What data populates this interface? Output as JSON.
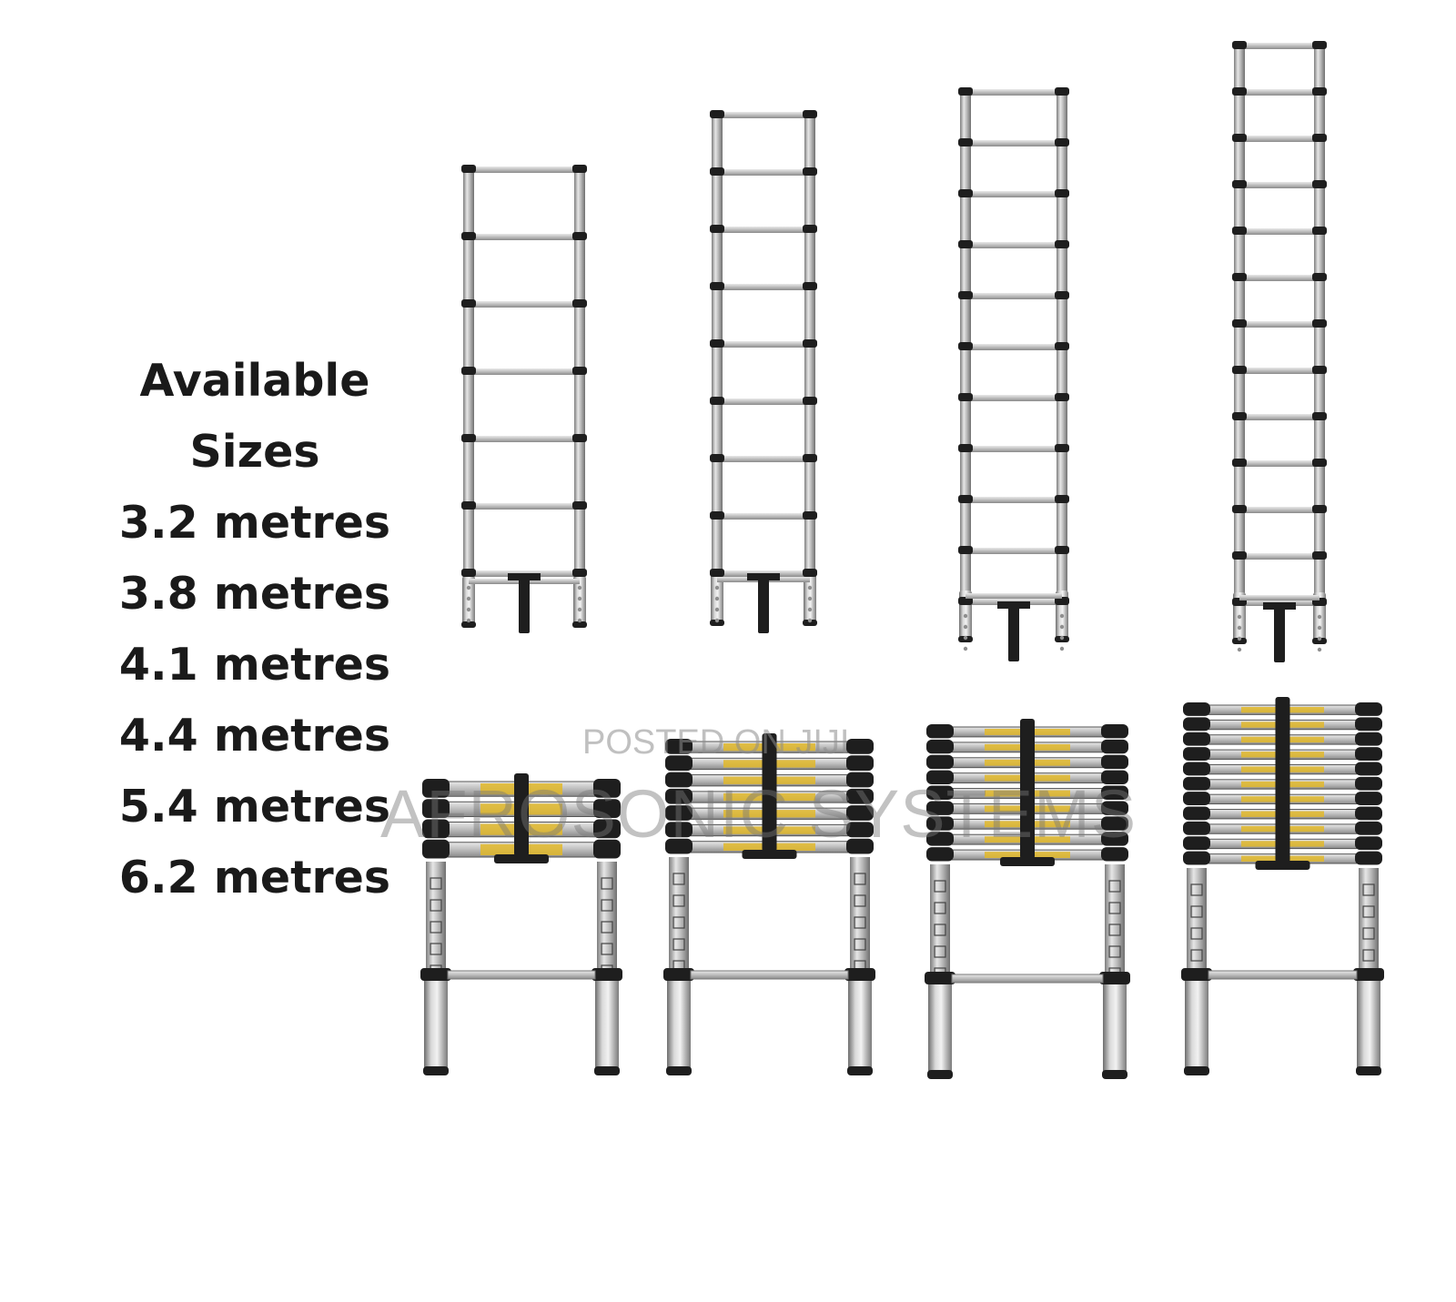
{
  "sizes_panel": {
    "heading_line1": "Available",
    "heading_line2": "Sizes",
    "sizes": [
      "3.2 metres",
      "3.8 metres",
      "4.1 metres",
      "4.4 metres",
      "5.4 metres",
      "6.2 metres"
    ]
  },
  "watermarks": {
    "posted": "POSTED ON JIJI",
    "seller": "AFROSONIC SYSTEMS"
  },
  "colors": {
    "aluminium": "#c8c8c8",
    "aluminium_dark": "#8f8f8f",
    "black_plastic": "#1e1e1e",
    "label_yellow": "#e2b92a"
  }
}
